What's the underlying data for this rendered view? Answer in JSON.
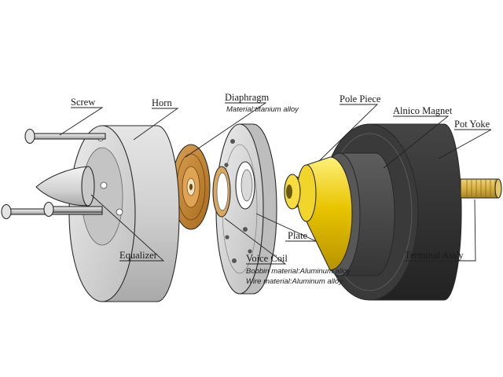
{
  "labels": {
    "screw": "Screw",
    "horn": "Horn",
    "diaphragm": "Diaphragm",
    "diaphragm_material": "Material:titanium alloy",
    "pole_piece": "Pole Piece",
    "alnico_magnet": "Alnico Magnet",
    "pot_yoke": "Pot Yoke",
    "plate": "Plate",
    "voice_coil": "Voice Coil",
    "bobbin_material": "Bobbin material:Aluminum alloy",
    "wire_material": "Wire material:Aluminum alloy",
    "equalizer": "Equalizer",
    "terminal": "Terminal Ass'y"
  },
  "colors": {
    "horn": "#cfcfcf",
    "diaphragm": "#c8842c",
    "plate": "#d4d4d4",
    "pole_piece": "#e8c400",
    "magnet": "#4a4a4a",
    "pot_yoke": "#333333",
    "terminal": "#d6b040"
  }
}
